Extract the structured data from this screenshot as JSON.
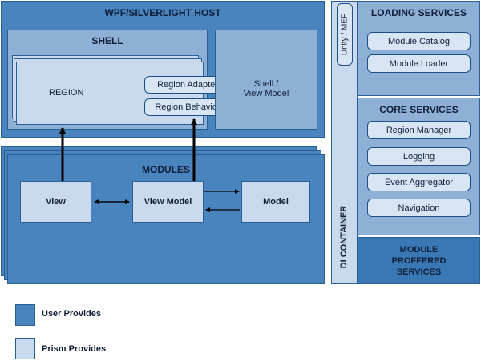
{
  "host": {
    "title": "WPF/SILVERLIGHT HOST"
  },
  "shell": {
    "title": "SHELL",
    "region": "REGION",
    "region_adapter": "Region Adapter",
    "region_behavior": "Region Behavior",
    "shell_view_model": "Shell /\nView Model"
  },
  "modules": {
    "title": "MODULES",
    "view": "View",
    "view_model": "View Model",
    "model": "Model"
  },
  "di": {
    "unity_mef": "Unity / MEF",
    "container": "DI CONTAINER"
  },
  "loading_services": {
    "title": "LOADING SERVICES",
    "items": [
      "Module Catalog",
      "Module Loader"
    ]
  },
  "core_services": {
    "title": "CORE SERVICES",
    "items": [
      "Region Manager",
      "Logging",
      "Event Aggregator",
      "Navigation"
    ]
  },
  "module_proffered": {
    "title": "MODULE\nPROFFERED\nSERVICES"
  },
  "legend": {
    "user_provides": "User Provides",
    "prism_provides": "Prism Provides"
  },
  "colors": {
    "dark": "#4a84be",
    "mid": "#8fb0d6",
    "light": "#c9d9ee",
    "border": "#2a5f94",
    "proffered": "#3a78b5"
  }
}
